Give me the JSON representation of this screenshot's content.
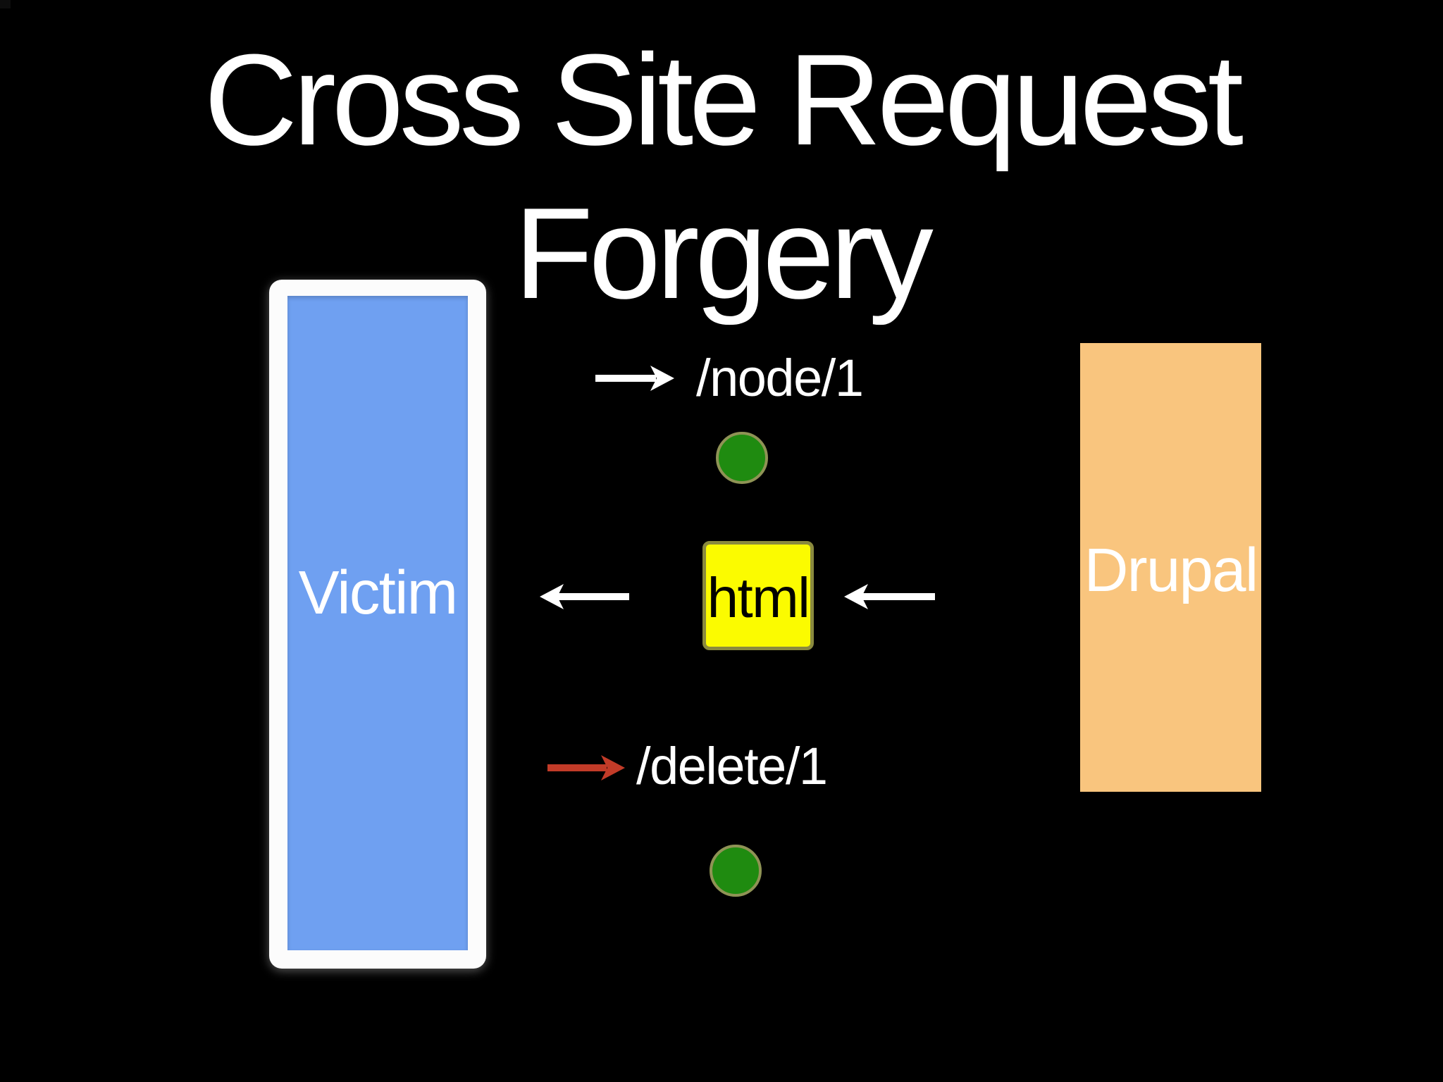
{
  "title": {
    "line1": "Cross Site Request",
    "line2": "Forgery"
  },
  "nodes": {
    "victim_label": "Victim",
    "drupal_label": "Drupal",
    "html_label": "html"
  },
  "requests": {
    "node_path": "/node/1",
    "delete_path": "/delete/1"
  },
  "icons": {
    "node_request_arrow": "white-arrow-right",
    "html_to_victim_arrow": "white-arrow-left",
    "drupal_to_html_arrow": "white-arrow-left",
    "delete_request_arrow": "red-arrow-right",
    "session_dots": "green-dot"
  },
  "colors": {
    "background": "#000000",
    "title-text": "#ffffff",
    "victim-frame": "#fcfcfc",
    "victim-fill": "#6FA0F1",
    "drupal-fill": "#F9C57E",
    "html-fill": "#FBFB00",
    "html-border": "#8A8A3E",
    "dot-fill": "#1F8B10",
    "dot-border": "#8F9355",
    "arrow-white": "#ffffff",
    "arrow-red": "#C23B28",
    "label-text": "#ffffff",
    "html-text": "#000000"
  }
}
